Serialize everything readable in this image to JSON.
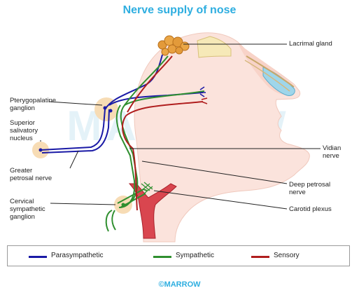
{
  "title": "Nerve supply of nose",
  "labels": {
    "lacrimal_gland": "Lacrimal gland",
    "pterygopalatine_1": "Pterygopalatine",
    "pterygopalatine_2": "ganglion",
    "superior_1": "Superior",
    "superior_2": "salivatory",
    "superior_3": "nucleus",
    "vidian_1": "Vidian",
    "vidian_2": "nerve",
    "greater_1": "Greater",
    "greater_2": "petrosal nerve",
    "deep_1": "Deep petrosal",
    "deep_2": "nerve",
    "cervical_1": "Cervical",
    "cervical_2": "sympathetic",
    "cervical_3": "ganglion",
    "carotid": "Carotid plexus"
  },
  "legend": [
    {
      "label": "Parasympathetic",
      "color": "#1a1aa6"
    },
    {
      "label": "Sympathetic",
      "color": "#2f8f2f"
    },
    {
      "label": "Sensory",
      "color": "#b01e1e"
    }
  ],
  "watermark": "MARROW",
  "footer": "©MARROW"
}
